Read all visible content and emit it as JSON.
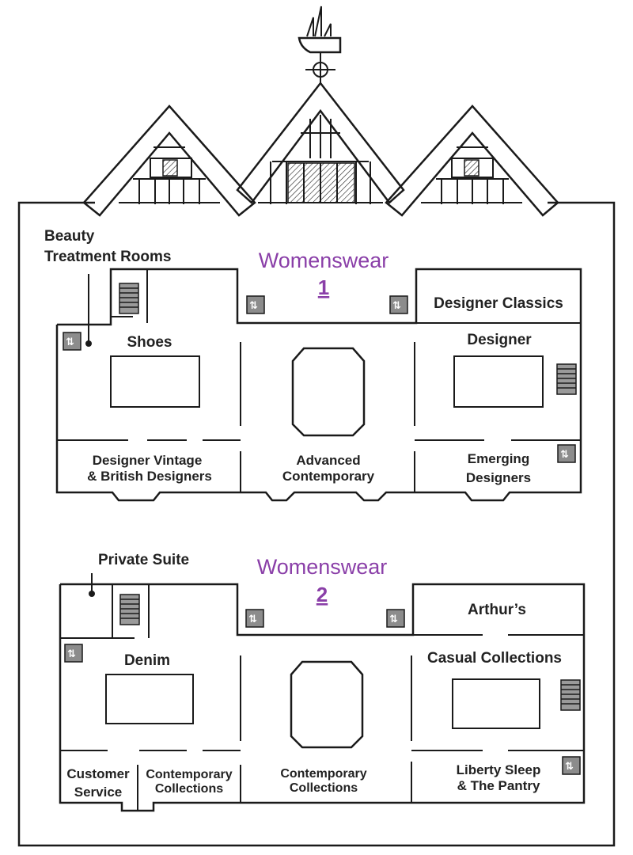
{
  "floor1": {
    "title": "Womenswear",
    "number": "1",
    "rooms": {
      "beauty_line1": "Beauty",
      "beauty_line2": "Treatment Rooms",
      "shoes": "Shoes",
      "designer_classics": "Designer Classics",
      "designer": "Designer",
      "vintage_line1": "Designer Vintage",
      "vintage_line2": "& British Designers",
      "advanced_line1": "Advanced",
      "advanced_line2": "Contemporary",
      "emerging_line1": "Emerging",
      "emerging_line2": "Designers"
    }
  },
  "floor2": {
    "title": "Womenswear",
    "number": "2",
    "rooms": {
      "private_suite": "Private Suite",
      "arthurs": "Arthur’s",
      "denim": "Denim",
      "casual": "Casual Collections",
      "customer_line1": "Customer",
      "customer_line2": "Service",
      "contemporary_left_line1": "Contemporary",
      "contemporary_left_line2": "Collections",
      "contemporary_center_line1": "Contemporary",
      "contemporary_center_line2": "Collections",
      "sleep_line1": "Liberty Sleep",
      "sleep_line2": "& The Pantry"
    }
  },
  "icons": {
    "lift": "lift-icon",
    "stairs": "stairs-icon",
    "lift_glyph": "⇅"
  },
  "colors": {
    "accent": "#8a3fa8",
    "line": "#1a1a1a",
    "fixture": "#8c8c8c"
  }
}
